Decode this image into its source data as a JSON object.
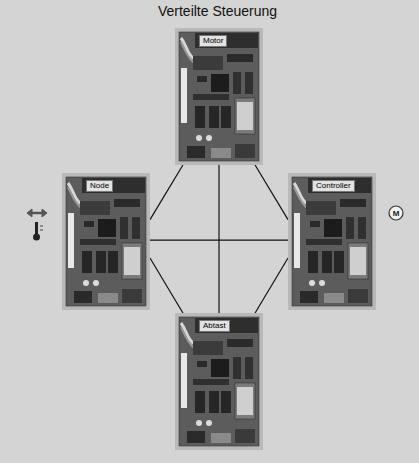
{
  "diagram": {
    "title": "Verteilte Steuerung",
    "nodes": [
      {
        "text": [
          "Motor"
        ]
      },
      {
        "text": [
          "Node"
        ]
      },
      {
        "text": [
          "Controller"
        ]
      },
      {
        "text": [
          "Abtast"
        ]
      }
    ],
    "edges": [
      {
        "from": 0,
        "to": 1,
        "arrow": "none"
      },
      {
        "from": 0,
        "to": 2,
        "arrow": "none"
      },
      {
        "from": 0,
        "to": 3,
        "arrow": "none"
      },
      {
        "from": 1,
        "to": 2,
        "arrow": "none"
      },
      {
        "from": 1,
        "to": 3,
        "arrow": "none"
      },
      {
        "from": 2,
        "to": 3,
        "arrow": "none"
      }
    ],
    "labels": [
      "M"
    ]
  }
}
